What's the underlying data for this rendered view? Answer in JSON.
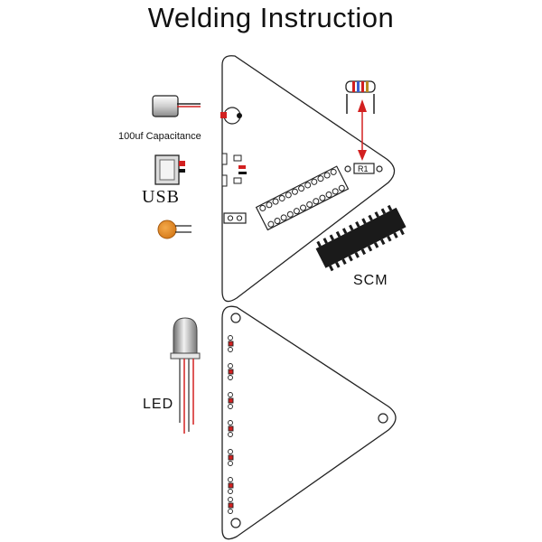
{
  "title": "Welding Instruction",
  "components": {
    "capacitor": {
      "label": "100uf Capacitance",
      "icon": "capacitor-icon"
    },
    "usb": {
      "label": "USB",
      "icon": "usb-connector-icon"
    },
    "ceramic": {
      "icon": "ceramic-capacitor-icon"
    },
    "resistor": {
      "silkscreen": "R1",
      "icon": "resistor-icon"
    },
    "scm": {
      "label": "SCM",
      "icon": "chip-icon"
    },
    "led": {
      "label": "LED",
      "icon": "led-icon"
    }
  },
  "colors": {
    "outline": "#222222",
    "accent_red": "#d22020",
    "ceramic_orange": "#e0841c",
    "chip_black": "#1a1a1a"
  }
}
